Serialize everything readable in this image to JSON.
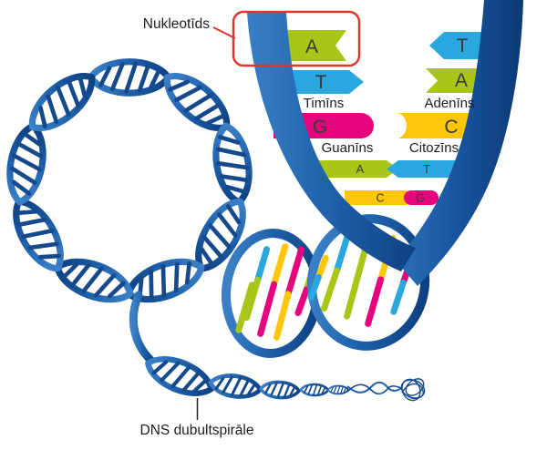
{
  "annotations": {
    "nucleotide_label": "Nukleotīds",
    "helix_label": "DNS dubultspirāle"
  },
  "nucleotides": {
    "left_strand": [
      {
        "letter": "A",
        "base": "adenine",
        "name": ""
      },
      {
        "letter": "T",
        "base": "thymine",
        "name": "Timīns"
      },
      {
        "letter": "G",
        "base": "guanine",
        "name": "Guanīns"
      },
      {
        "letter": "A",
        "base": "adenine",
        "name": ""
      },
      {
        "letter": "C",
        "base": "cytosine",
        "name": ""
      }
    ],
    "right_strand": [
      {
        "letter": "T",
        "base": "thymine",
        "name": ""
      },
      {
        "letter": "A",
        "base": "adenine",
        "name": "Adenīns"
      },
      {
        "letter": "C",
        "base": "cytosine",
        "name": "Citozīns"
      },
      {
        "letter": "T",
        "base": "thymine",
        "name": ""
      },
      {
        "letter": "G",
        "base": "guanine",
        "name": ""
      }
    ]
  },
  "colors": {
    "adenine_green": "#a8c617",
    "thymine_blue": "#29a8e0",
    "guanine_magenta": "#e5047e",
    "cytosine_yellow": "#fdc608",
    "strand_blue": "#1c5da9",
    "strand_dark": "#0d3f7e",
    "strand_light": "#3b7ec4",
    "annotation_red": "#e0352b",
    "letter_gray": "#3a3a39"
  }
}
